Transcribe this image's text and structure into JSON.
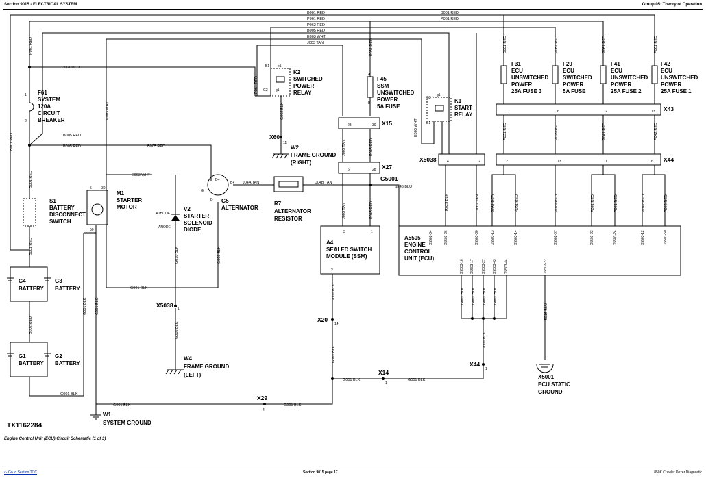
{
  "header": {
    "left": "Section 9015 - ELECTRICAL SYSTEM",
    "right": "Group 05: Theory of Operation"
  },
  "footer": {
    "left": "<- Go to Section TOC",
    "center": "Section 9015 page 17",
    "right": "850K Crawler Dozer Diagnostic"
  },
  "figure_id": "TX1162284",
  "caption": "Engine Control Unit (ECU) Circuit Schematic (1 of 3)",
  "components": {
    "f61": [
      "F61",
      "SYSTEM",
      "120A",
      "CIRCUIT",
      "BREAKER"
    ],
    "s1": [
      "S1",
      "BATTERY",
      "DISCONNECT",
      "SWITCH"
    ],
    "g4": [
      "G4",
      "BATTERY"
    ],
    "g3": [
      "G3",
      "BATTERY"
    ],
    "g1": [
      "G1",
      "BATTERY"
    ],
    "g2": [
      "G2",
      "BATTERY"
    ],
    "m1": [
      "M1",
      "STARTER",
      "MOTOR"
    ],
    "v2": [
      "V2",
      "STARTER",
      "SOLENOID",
      "DIODE"
    ],
    "g5": [
      "G5",
      "ALTERNATOR"
    ],
    "r7": [
      "R7",
      "ALTERNATOR",
      "RESISTOR"
    ],
    "k2": [
      "K2",
      "SWITCHED",
      "POWER",
      "RELAY"
    ],
    "w2": [
      "W2",
      "FRAME GROUND",
      "(RIGHT)"
    ],
    "w4": [
      "W4",
      "FRAME GROUND",
      "(LEFT)"
    ],
    "w1": [
      "W1",
      "SYSTEM GROUND"
    ],
    "f45": [
      "F45",
      "SSM",
      "UNSWITCHED",
      "POWER",
      "5A FUSE"
    ],
    "k1": [
      "K1",
      "START",
      "RELAY"
    ],
    "a4": [
      "A4",
      "SEALED SWITCH",
      "MODULE (SSM)"
    ],
    "a5505": [
      "A5505",
      "ENGINE",
      "CONTROL",
      "UNIT (ECU)"
    ],
    "f31": [
      "F31",
      "ECU",
      "UNSWITCHED",
      "POWER",
      "25A FUSE 3"
    ],
    "f29": [
      "F29",
      "ECU",
      "SWITCHED",
      "POWER",
      "5A FUSE"
    ],
    "f41": [
      "F41",
      "ECU",
      "UNSWITCHED",
      "POWER",
      "25A FUSE 2"
    ],
    "f42": [
      "F42",
      "ECU",
      "UNSWITCHED",
      "POWER",
      "25A FUSE 1"
    ],
    "x5001": [
      "X5001",
      "ECU STATIC",
      "GROUND"
    ]
  },
  "connectors": {
    "x60": "X60",
    "x15": "X15",
    "x27": "X27",
    "x5038a": "X5038",
    "x5038b": "X5038",
    "x43": "X43",
    "x44": "X44",
    "x20": "X20",
    "x14": "X14",
    "x44b": "X44",
    "x29": "X29",
    "g5001": "G5001"
  },
  "wires": {
    "b001_top": "B001 RED",
    "p061_top": "P061 RED",
    "p062_top": "P062 RED",
    "b005_top": "B005 RED",
    "e003_top": "E003 WHT",
    "j003_top": "J003 TAN",
    "b001_right": "B001 RED",
    "p061_right": "P061 RED",
    "p061_k2": "P061 RED",
    "b005_a": "B005 RED",
    "b005_b": "B005 RED",
    "b005_c": "B005 RED",
    "e003_m1": "E003 WHT",
    "j04a": "J04A TAN",
    "j04b": "J04B TAN",
    "s246": "S246 BLU",
    "g001_m1": "G001 BLK",
    "g001_w1": "G001 BLK",
    "g001_x29": "G001 BLK",
    "g001_x14a": "G001 BLK",
    "g001_x14b": "G001 BLK",
    "g001_bat": "G001 BLK"
  },
  "vertical_wires": [
    "P061 RED",
    "B001 RED",
    "E003 WHT",
    "B001 RED",
    "B002 RED",
    "B001 RED",
    "G002 BLK",
    "P061 RED",
    "J003 TAN",
    "J003 TAN",
    "P061 RED",
    "P045 RED",
    "P045 RED",
    "E003 WHT",
    "J002 TAN",
    "R025 BLK",
    "B001 RED",
    "P062 RED",
    "P061 RED",
    "P061 RED",
    "P031 RED",
    "P029 RED",
    "P041 RED",
    "P042 RED",
    "P031 RED",
    "P031 RED",
    "P029 RED",
    "P041 RED",
    "P041 RED",
    "P042 RED",
    "P042 RED",
    "G001 BLK",
    "G001 BLK",
    "G010 BLK",
    "G010 BLK",
    "G001 BLK",
    "G001 BLK",
    "G001 BLK",
    "G001 BLK",
    "G001 BLK",
    "G001 BLK",
    "G001 BLK",
    "G001 BLK",
    "S016 BLU"
  ],
  "terminals": {
    "a5505_top": [
      "X5502-34",
      "X5503-26",
      "X5503-30",
      "X5503-13",
      "X5503-14",
      "X5502-07",
      "X5503-23",
      "X5503-24",
      "X5503-12",
      "X5503-50"
    ],
    "a5505_bottom": [
      "X5503-16",
      "X5503-17",
      "X5503-27",
      "X5503-43",
      "X5503-44",
      "X5502-22"
    ],
    "labels": [
      "1",
      "2",
      "B1",
      "e1",
      "G2",
      "g1",
      "A",
      "B",
      "23",
      "30",
      "6",
      "28",
      "4",
      "2",
      "1",
      "13",
      "2",
      "1",
      "6",
      "1",
      "2",
      "3",
      "1",
      "2",
      "5",
      "30",
      "50",
      "G",
      "B+",
      "D+",
      "D",
      "G",
      "11",
      "14",
      "1",
      "1",
      "4",
      "1",
      "CATHODE",
      "ANODE",
      "2",
      "1",
      "2",
      "1",
      "2",
      "1",
      "2",
      "1",
      "2",
      "1",
      "2",
      "1"
    ]
  }
}
